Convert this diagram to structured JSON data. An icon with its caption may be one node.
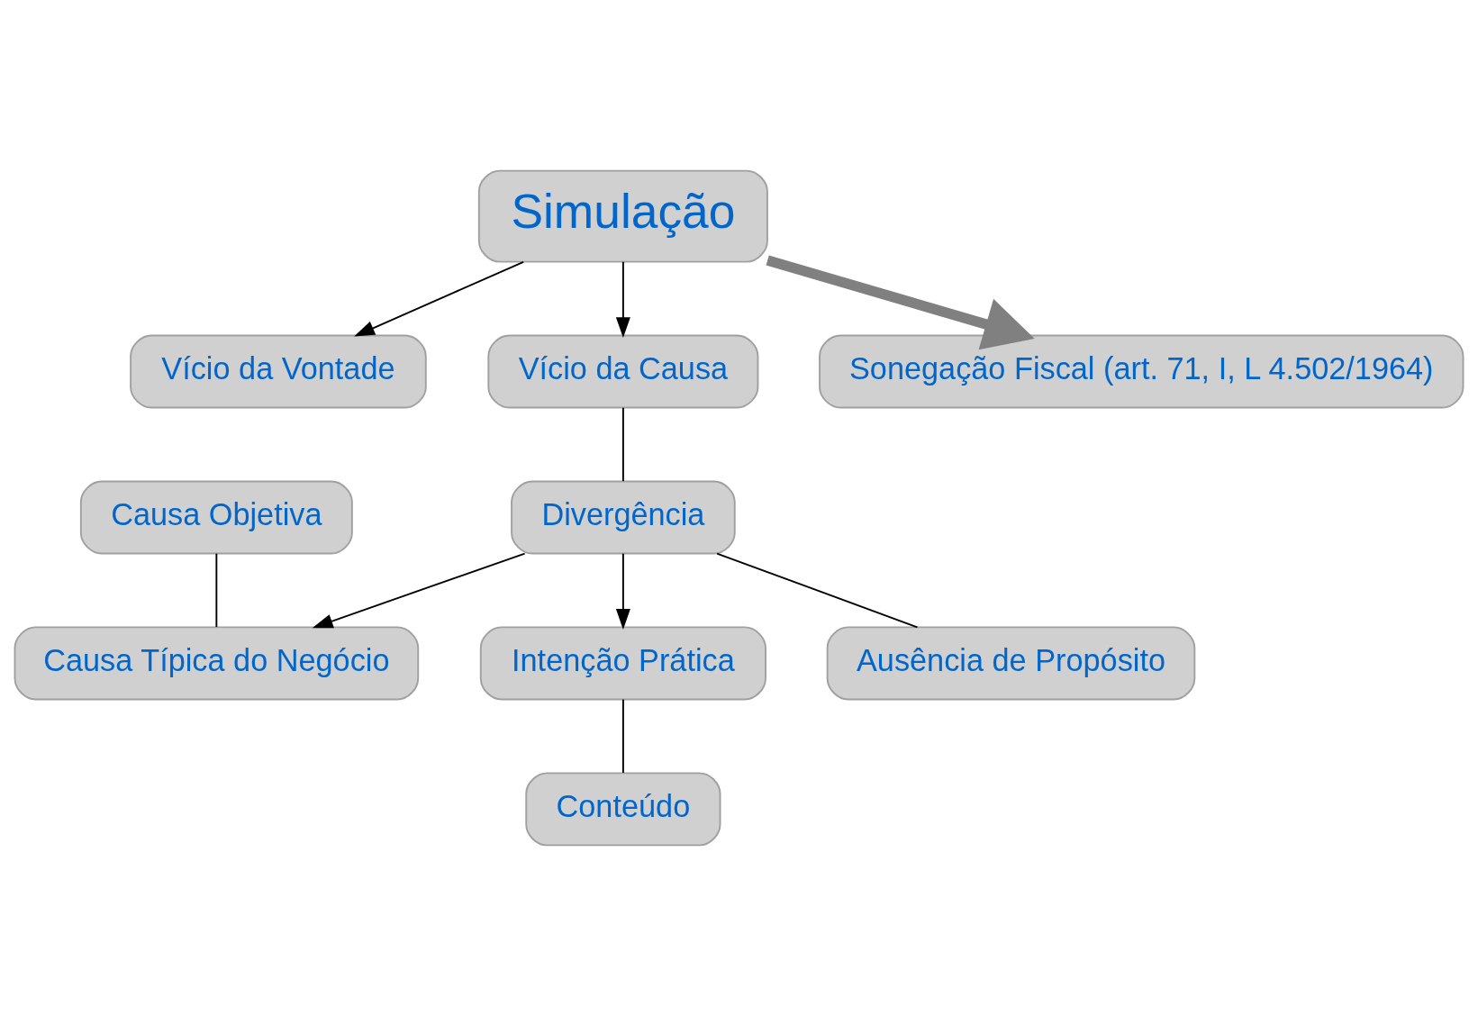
{
  "diagram": {
    "nodes": [
      {
        "text": [
          "Simulação"
        ]
      },
      {
        "text": [
          "Vício da Vontade"
        ]
      },
      {
        "text": [
          "Vício da Causa"
        ]
      },
      {
        "text": [
          "Causa Objetiva"
        ]
      },
      {
        "text": [
          "Causa Típica do Negócio"
        ]
      },
      {
        "text": [
          "Intenção Prática"
        ]
      },
      {
        "text": [
          "Divergência"
        ]
      },
      {
        "text": [
          "Conteúdo"
        ]
      },
      {
        "text": [
          "Ausência de Propósito"
        ]
      },
      {
        "text": [
          "Sonegação Fiscal (art. 71, I, L 4.502/1964)"
        ]
      }
    ],
    "edges": [
      {
        "from": 0,
        "to": 1,
        "arrow": "to"
      },
      {
        "from": 0,
        "to": 2,
        "arrow": "to"
      },
      {
        "from": 2,
        "to": 6,
        "arrow": "none"
      },
      {
        "from": 6,
        "to": 4,
        "arrow": "to"
      },
      {
        "from": 6,
        "to": 5,
        "arrow": "to"
      },
      {
        "from": 3,
        "to": 4,
        "arrow": "none"
      },
      {
        "from": 5,
        "to": 7,
        "arrow": "none"
      },
      {
        "from": 6,
        "to": 8,
        "arrow": "none"
      },
      {
        "from": 0,
        "to": 9,
        "arrow": "to",
        "style": "thick",
        "color": "#808080"
      }
    ]
  }
}
